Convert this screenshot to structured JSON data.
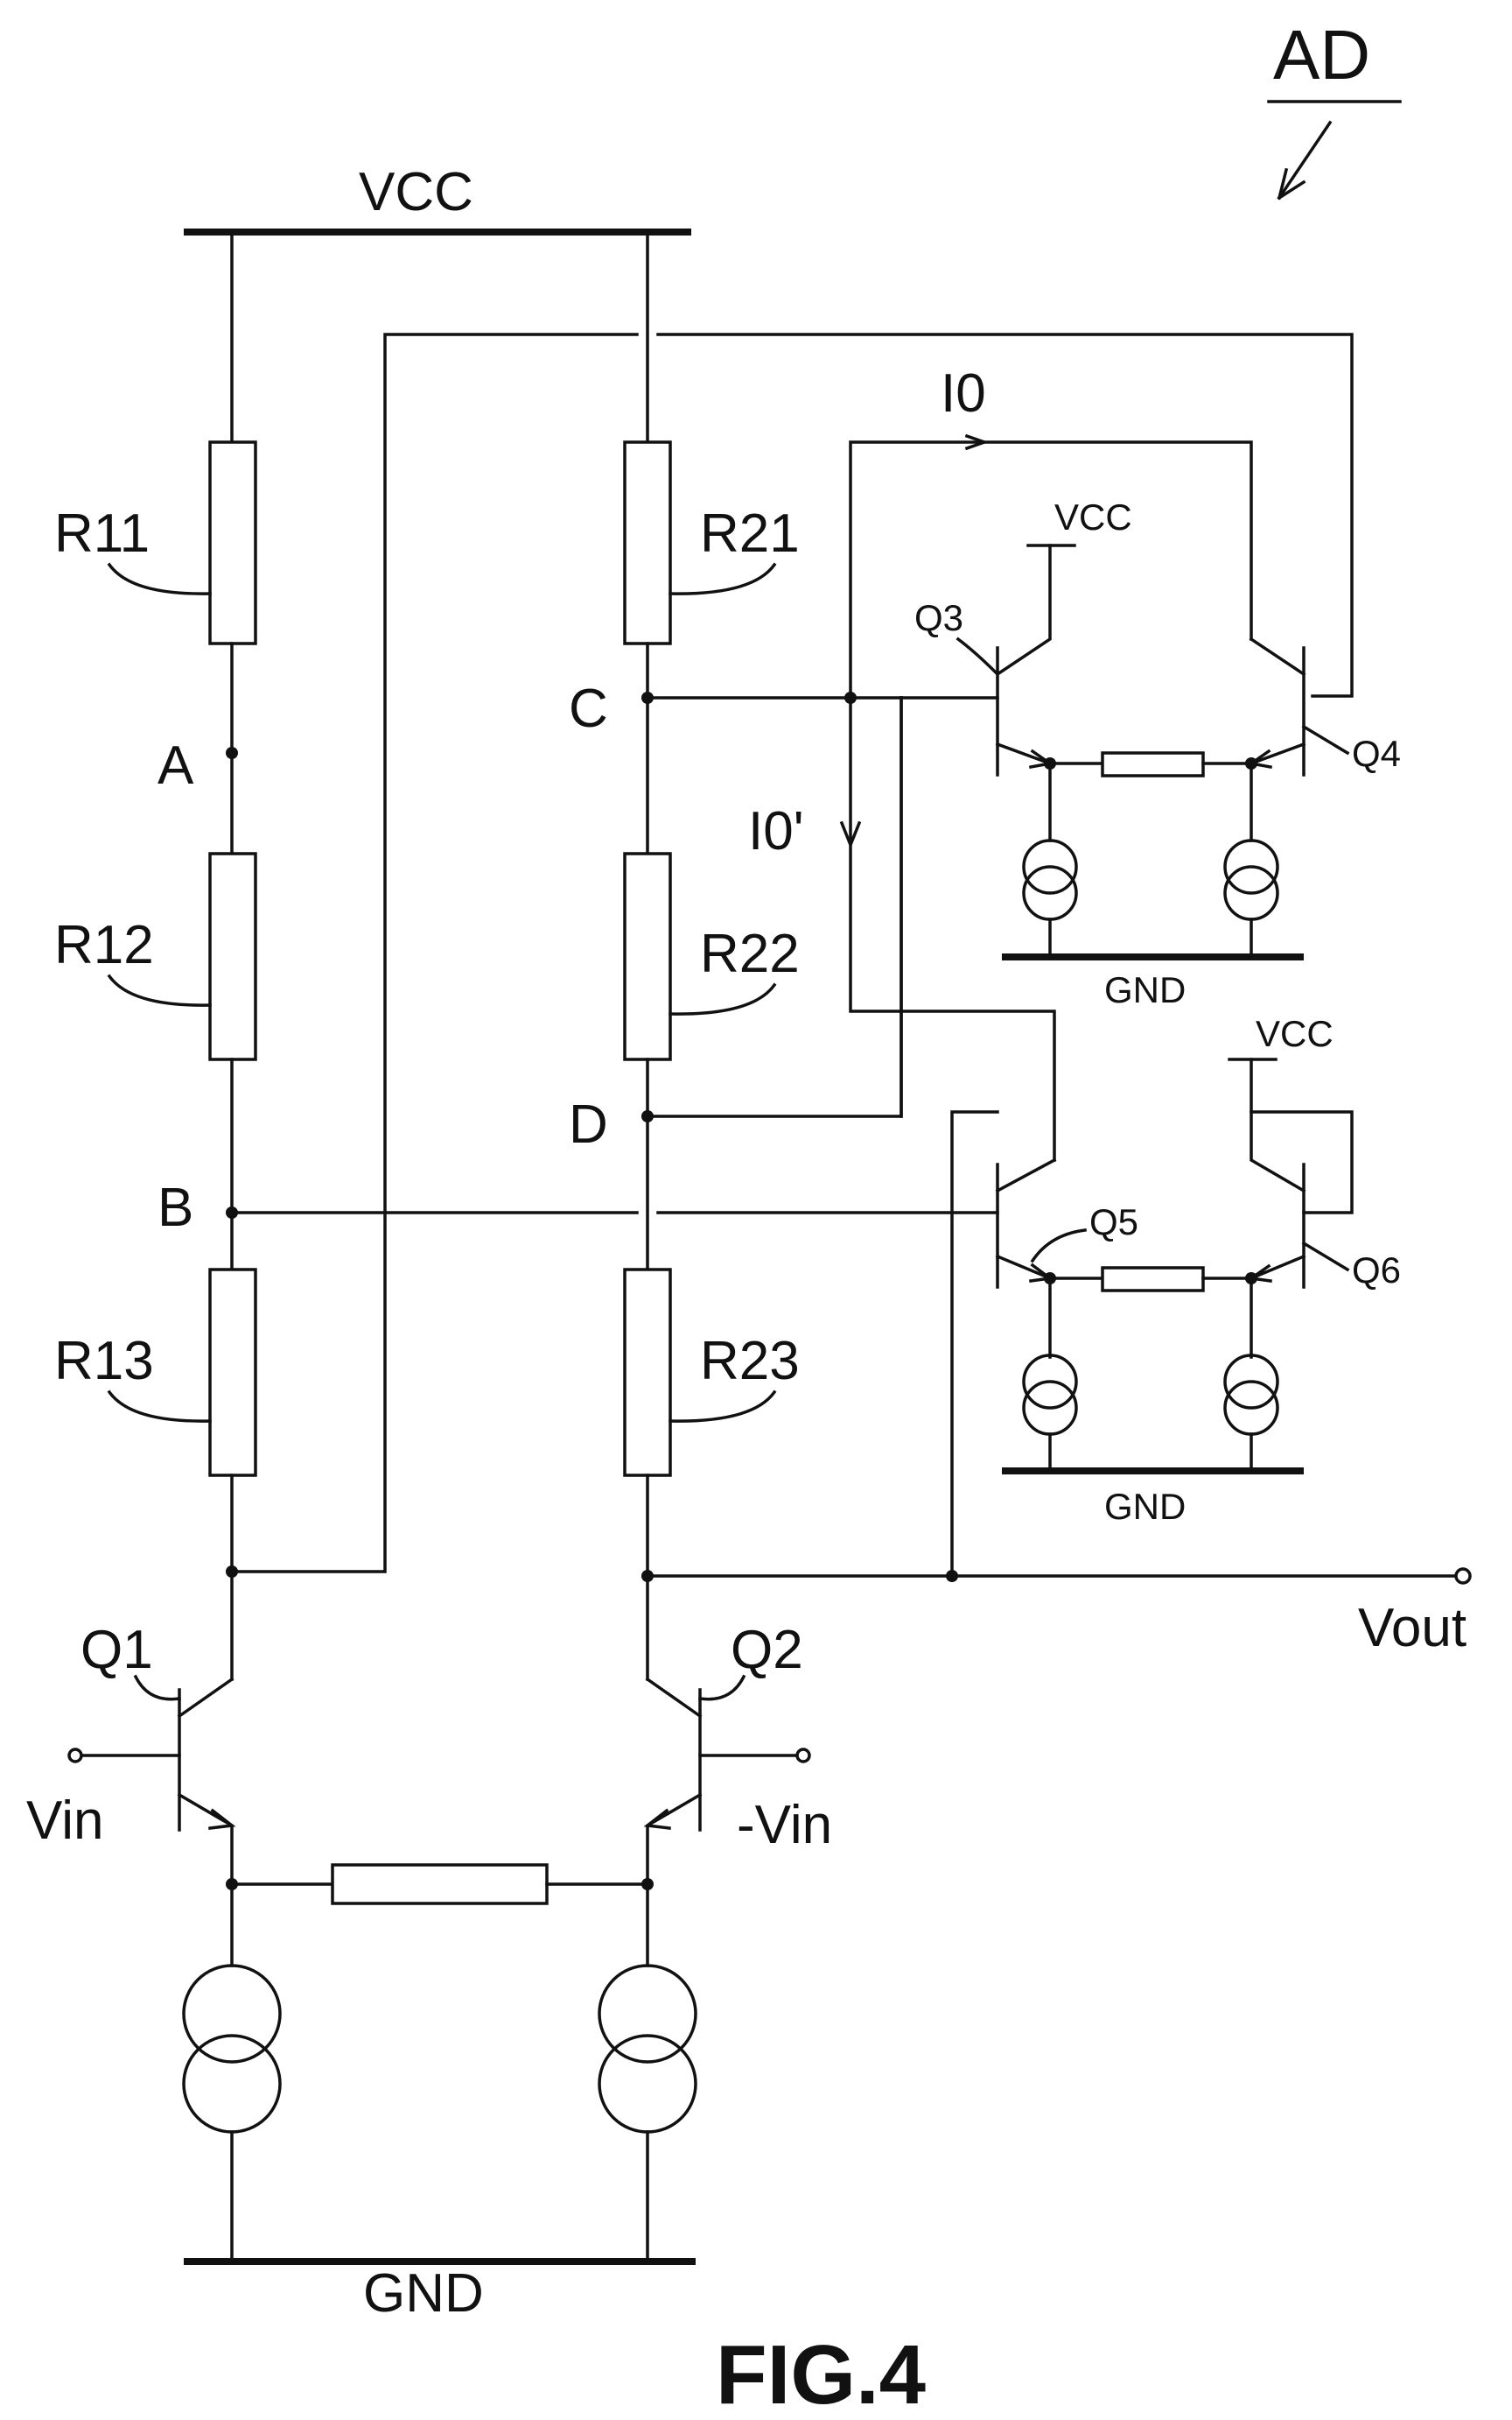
{
  "figure": {
    "designator": "AD",
    "caption": "FIG.4"
  },
  "rails": {
    "top_supply": "VCC",
    "bottom_ground": "GND",
    "upper_pair_supply": "VCC",
    "upper_pair_ground": "GND",
    "lower_pair_supply": "VCC",
    "lower_pair_ground": "GND"
  },
  "resistors": {
    "r11": "R11",
    "r12": "R12",
    "r13": "R13",
    "r21": "R21",
    "r22": "R22",
    "r23": "R23"
  },
  "nodes": {
    "a": "A",
    "b": "B",
    "c": "C",
    "d": "D"
  },
  "transistors": {
    "q1": "Q1",
    "q2": "Q2",
    "q3": "Q3",
    "q4": "Q4",
    "q5": "Q5",
    "q6": "Q6"
  },
  "currents": {
    "i0": "I0",
    "i0_prime": "I0'"
  },
  "terminals": {
    "vin": "Vin",
    "neg_vin": "-Vin",
    "vout": "Vout"
  }
}
